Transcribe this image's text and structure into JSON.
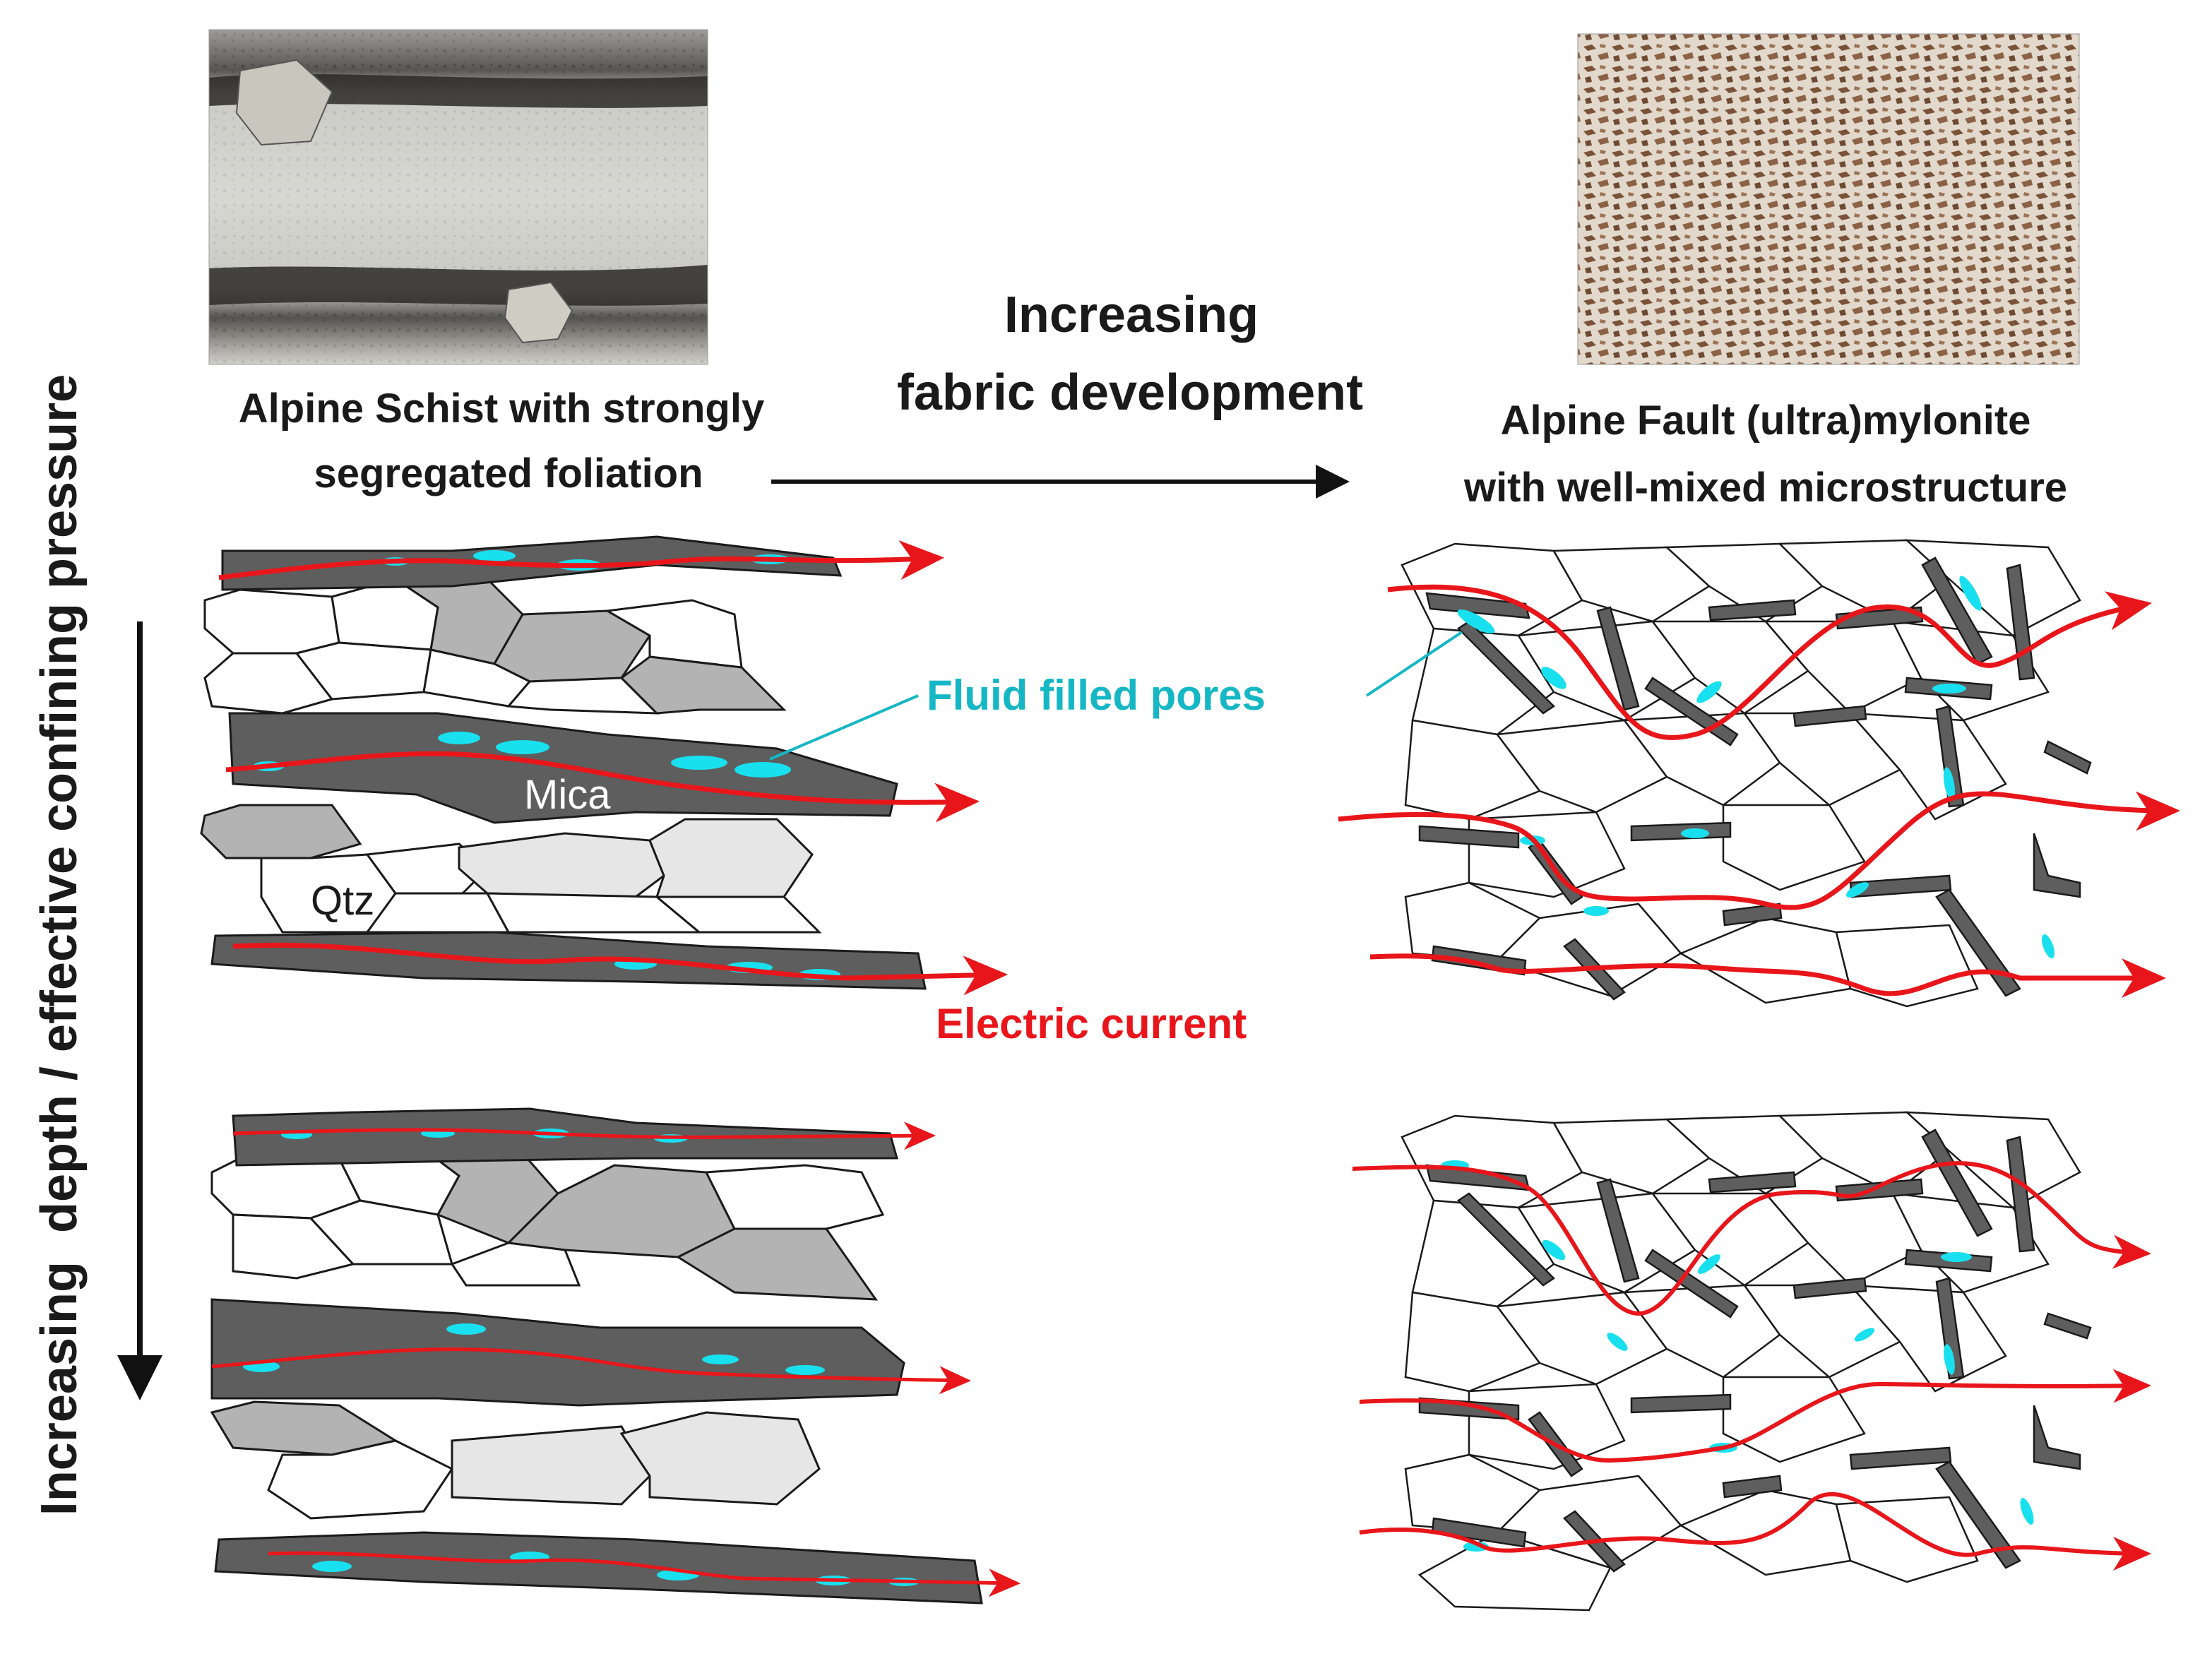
{
  "photos": {
    "left_caption_line1": "Alpine Schist with strongly",
    "left_caption_line2": "segregated foliation",
    "right_caption_line1": "Alpine Fault (ultra)mylonite",
    "right_caption_line2": "with well-mixed microstructure"
  },
  "arrows": {
    "horizontal_line1": "Increasing",
    "horizontal_line2": "fabric development",
    "vertical": "Increasing  depth / effective confining pressure"
  },
  "labels": {
    "fluid": "Fluid filled pores",
    "mica": "Mica",
    "qtz": "Qtz",
    "current": "Electric current"
  },
  "colors": {
    "mica": "#5e5e5e",
    "quartz_gray": "#b3b3b3",
    "quartz_light": "#e6e6e6",
    "fluid": "#16b7c4",
    "pore": "#19e0ee",
    "current": "#e8161b"
  }
}
